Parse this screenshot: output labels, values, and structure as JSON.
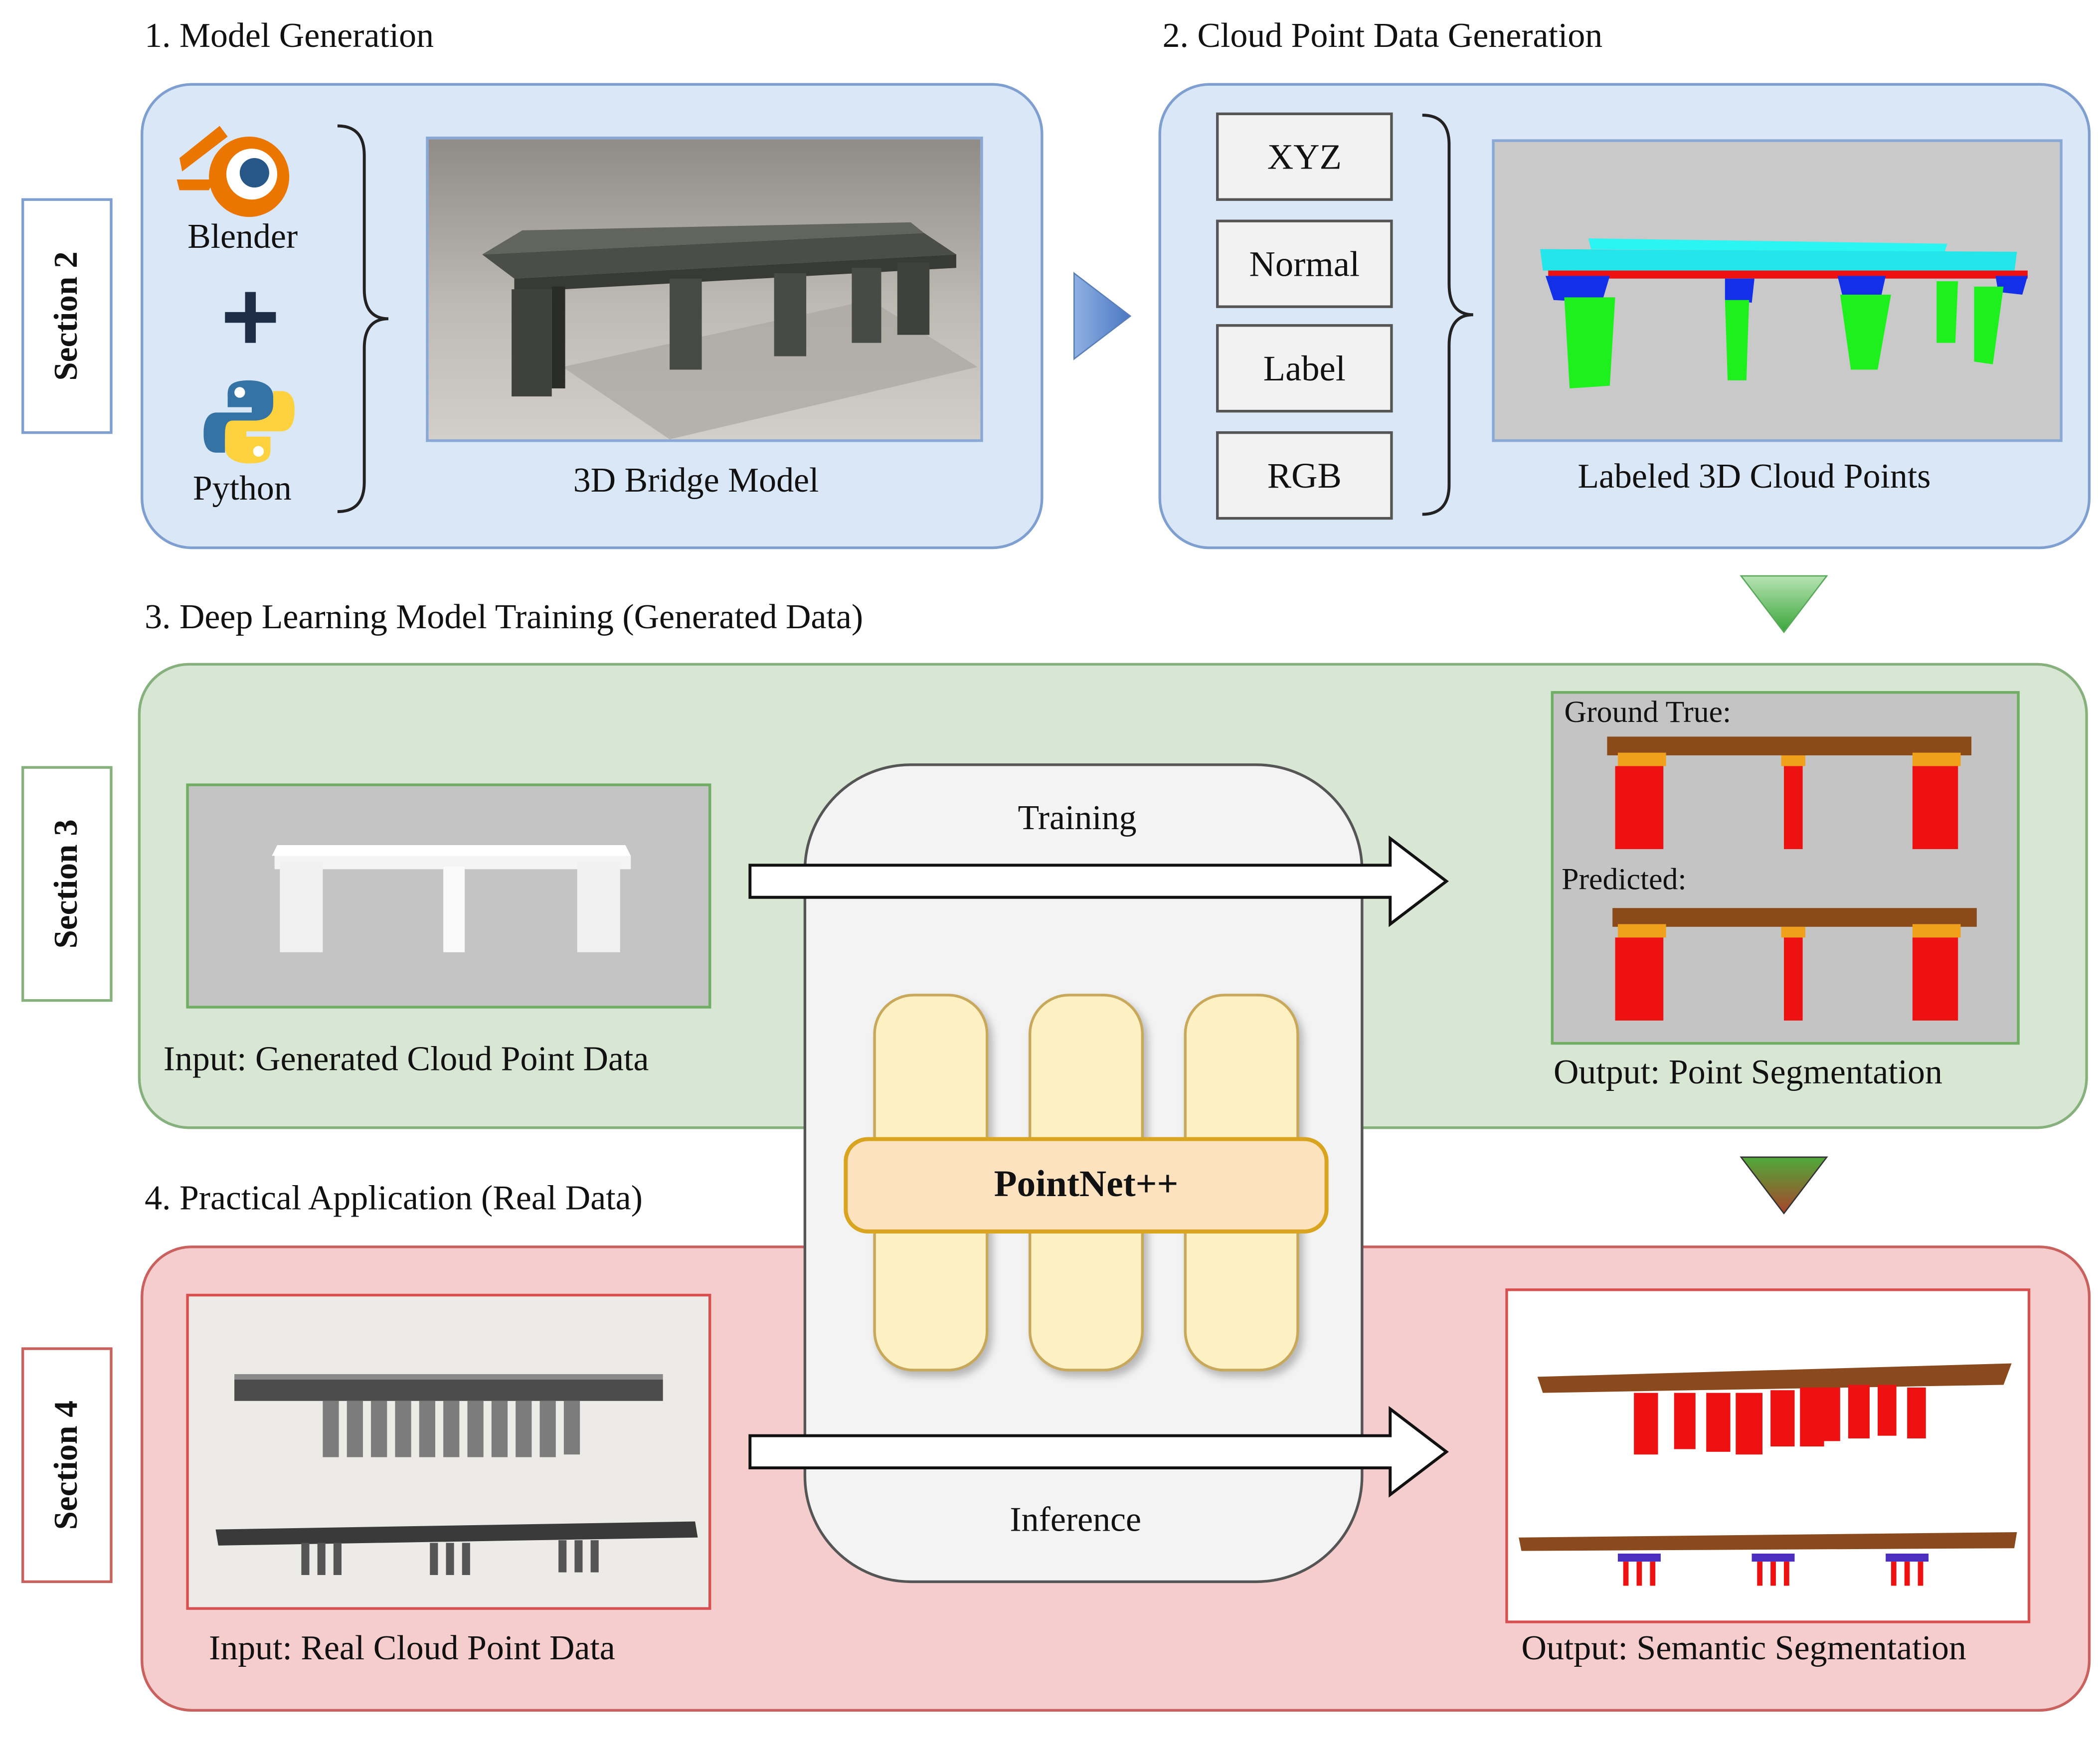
{
  "sections": {
    "s2": "Section 2",
    "s3": "Section 3",
    "s4": "Section 4"
  },
  "step1": {
    "title": "1. Model Generation",
    "blender": "Blender",
    "plus": "+",
    "python": "Python",
    "caption": "3D Bridge Model"
  },
  "step2": {
    "title": "2. Cloud Point Data Generation",
    "features": [
      "XYZ",
      "Normal",
      "Label",
      "RGB"
    ],
    "caption": "Labeled 3D Cloud Points"
  },
  "step3": {
    "title": "3. Deep Learning Model Training (Generated Data)",
    "input_caption": "Input: Generated Cloud Point Data",
    "training": "Training",
    "ground_true": "Ground True:",
    "predicted": "Predicted:",
    "output_caption": "Output: Point Segmentation"
  },
  "step4": {
    "title": "4. Practical Application (Real Data)",
    "input_caption": "Input: Real Cloud Point Data",
    "inference": "Inference",
    "output_caption": "Output: Semantic Segmentation"
  },
  "model": {
    "name": "PointNet++"
  },
  "colors": {
    "blue_panel": "#dae7f7",
    "green_panel": "#d8e7d3",
    "red_panel": "#f6cdcd",
    "pointnet_box": "#fde2c0",
    "pointnet_border": "#d9a520"
  }
}
